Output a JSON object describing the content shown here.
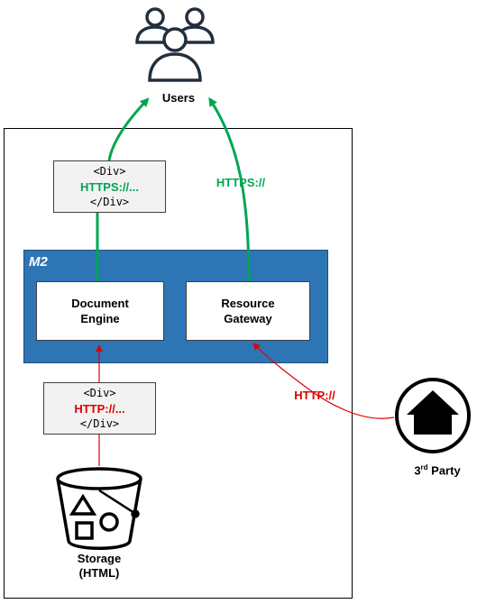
{
  "users": {
    "label": "Users",
    "icon": "users-group-icon"
  },
  "m2": {
    "label": "M2",
    "color": "#2e75b6",
    "components": {
      "document_engine": "Document\nEngine",
      "resource_gateway": "Resource\nGateway"
    }
  },
  "top_code_box": {
    "open_tag": "<Div>",
    "protocol": "HTTPS://...",
    "close_tag": "</Div>",
    "protocol_color": "#00a651"
  },
  "bottom_code_box": {
    "open_tag": "<Div>",
    "protocol": "HTTP://...",
    "close_tag": "</Div>",
    "protocol_color": "#e00000"
  },
  "connections": {
    "gateway_to_users": "HTTPS://",
    "third_party_to_gateway": "HTTP://"
  },
  "storage": {
    "label": "Storage\n(HTML)",
    "icon": "storage-bucket-icon"
  },
  "third_party": {
    "label_prefix": "3",
    "label_sup": "rd",
    "label_suffix": " Party",
    "icon": "home-icon"
  },
  "colors": {
    "secure": "#00a651",
    "insecure": "#e00000",
    "icon": "#232f3e"
  }
}
